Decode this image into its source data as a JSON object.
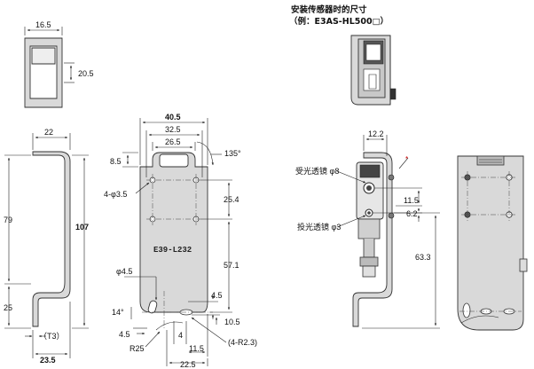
{
  "title": {
    "line1": "安装传感器时的尺寸",
    "line2": "（例：E3AS-HL500□）"
  },
  "top_view": {
    "width": "16.5",
    "window": "20.5"
  },
  "side_view": {
    "top_depth": "22",
    "height_upper": "79",
    "height_lower": "25",
    "total": "107",
    "thickness": "（T3）",
    "bottom_depth": "23.5"
  },
  "front_view": {
    "width_total": "40.5",
    "width_mid": "32.5",
    "width_slot": "26.5",
    "slot_depth": "8.5",
    "angle": "135°",
    "holes": "4-φ3.5",
    "hole_pitch": "25.4",
    "part_number": "E39-L232",
    "vertical": "57.1",
    "small_hole": "φ4.5",
    "dim_4_5_a": "4.5",
    "angle_14": "14°",
    "dim_10_5": "10.5",
    "dim_4_5_b": "4.5",
    "dim_4": "4",
    "radius": "R25",
    "dim_11_5": "11.5",
    "r_small": "(4-R2.3)",
    "bottom_width": "22.5"
  },
  "mounted_view": {
    "width_12_2": "12.2",
    "receiver": "受光透镜 φ8",
    "emitter": "投光透镜 φ3",
    "dim_11_5": "11.5",
    "dim_6_2": "6.2",
    "dim_63_3": "63.3"
  }
}
